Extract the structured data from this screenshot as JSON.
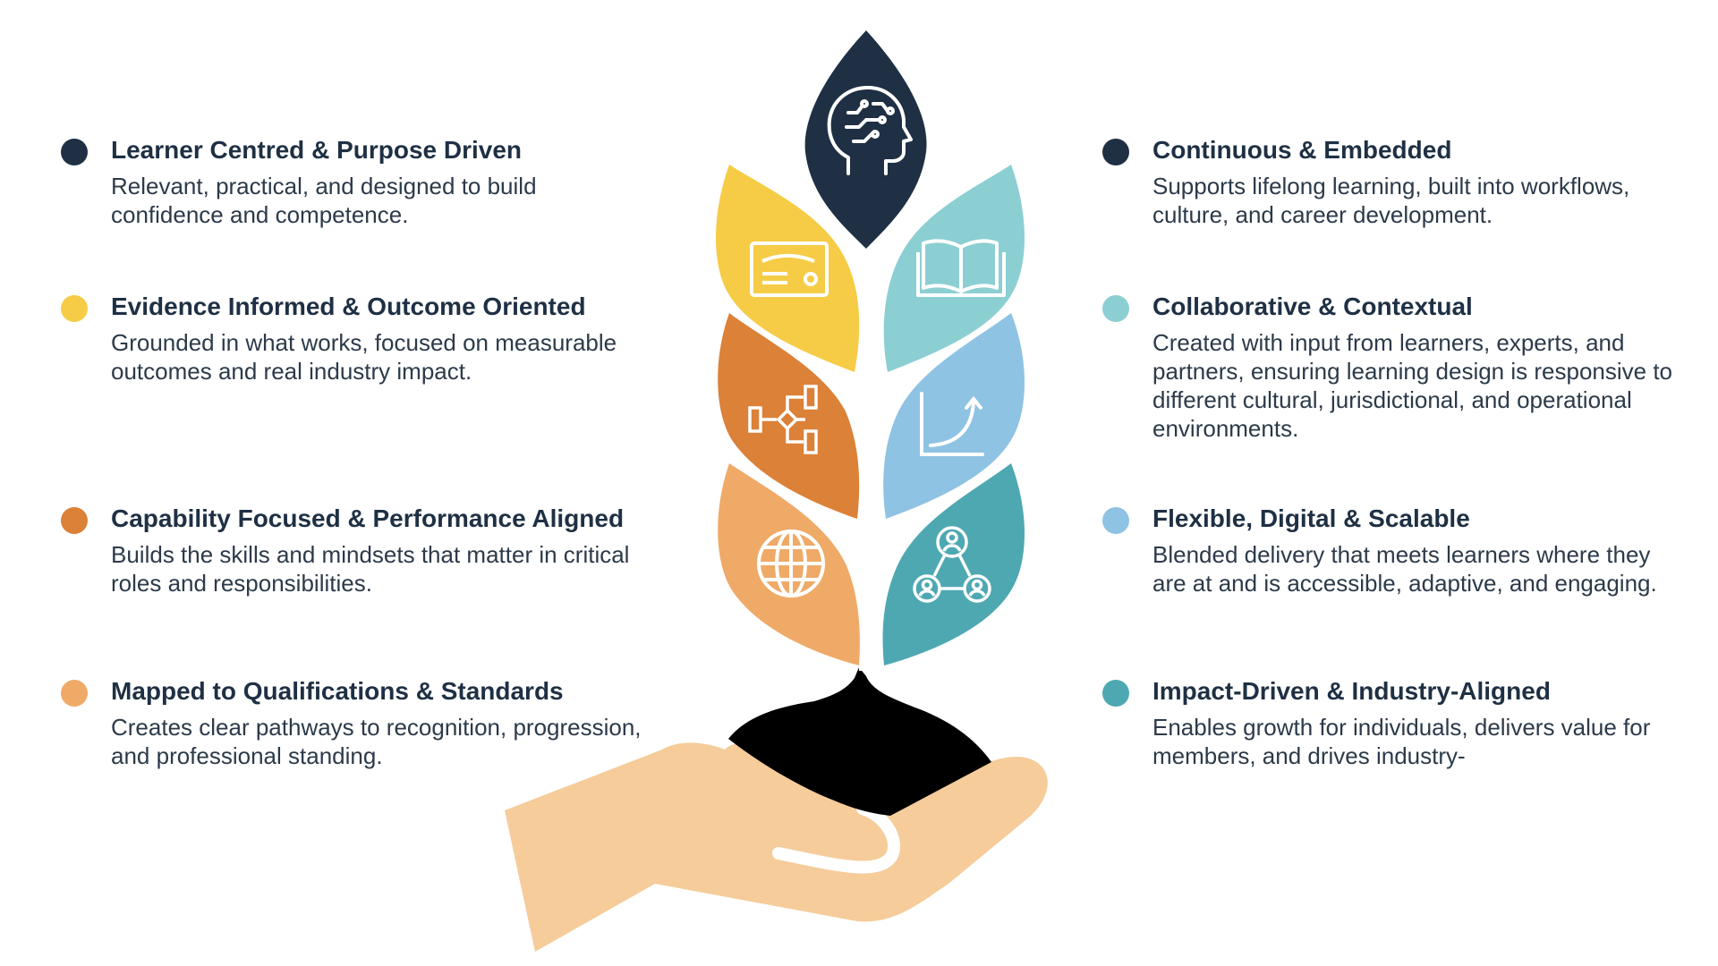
{
  "colors": {
    "navy": "#1f3044",
    "yellow": "#f6cc47",
    "orange": "#db8138",
    "light_orange": "#efaa68",
    "teal_light": "#8ccfd3",
    "sky_blue": "#8fc3e3",
    "teal": "#4ea8b2",
    "skin": "#f5cc9a",
    "soil": "#000000"
  },
  "left_items": [
    {
      "title": "Learner Centred & Purpose Driven",
      "desc": "Relevant, practical, and designed to build confidence and competence.",
      "color": "#1f3044"
    },
    {
      "title": "Evidence Informed & Outcome Oriented",
      "desc": "Grounded in what works, focused on measurable outcomes and real industry impact.",
      "color": "#f6cc47"
    },
    {
      "title": "Capability Focused & Performance Aligned",
      "desc": "Builds the skills and mindsets that matter in critical roles and responsibilities.",
      "color": "#db8138"
    },
    {
      "title": "Mapped to Qualifications & Standards",
      "desc": "Creates clear pathways to recognition, progression, and professional standing.",
      "color": "#efaa68"
    }
  ],
  "right_items": [
    {
      "title": "Continuous & Embedded",
      "desc": "Supports lifelong learning, built into workflows, culture, and career development.",
      "color": "#1f3044"
    },
    {
      "title": "Collaborative & Contextual",
      "desc": "Created with input from learners, experts, and partners, ensuring learning design is responsive to different cultural, jurisdictional, and operational environments.",
      "color": "#8ccfd3"
    },
    {
      "title": "Flexible, Digital & Scalable",
      "desc": "Blended delivery that meets learners where they are at and is accessible, adaptive, and engaging.",
      "color": "#8fc3e3"
    },
    {
      "title": "Impact-Driven & Industry-Aligned",
      "desc": "Enables growth for individuals, delivers value for members, and drives industry-",
      "color": "#4ea8b2"
    }
  ],
  "icons": {
    "top": "brain-head-icon",
    "left_1": "certificate-icon",
    "left_2": "flowchart-icon",
    "left_3": "globe-icon",
    "right_1": "open-book-icon",
    "right_2": "growth-chart-icon",
    "right_3": "network-people-icon"
  }
}
